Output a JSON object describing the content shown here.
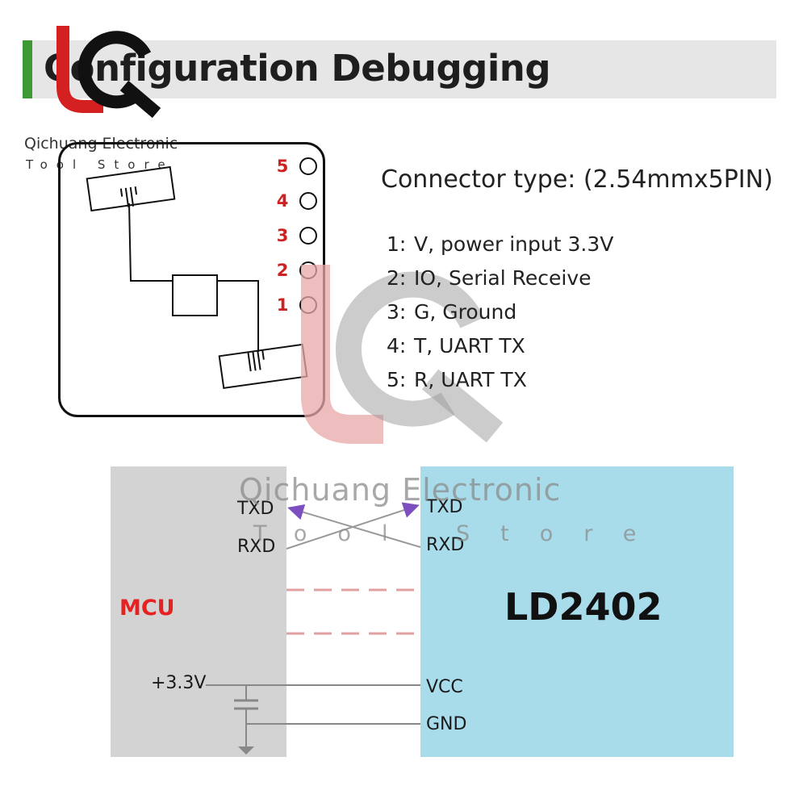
{
  "header": {
    "title": "Configuration Debugging",
    "accent_color": "#3d9a33"
  },
  "watermark": {
    "brand": "Qichuang Electronic",
    "subtitle": "Tool Store",
    "logo_icon": "qc-logo-icon"
  },
  "module": {
    "pins": [
      "5",
      "4",
      "3",
      "2",
      "1"
    ]
  },
  "connector": {
    "title": "Connector type: (2.54mmx5PIN)",
    "pins": [
      {
        "num": "1:",
        "desc": "V, power input 3.3V"
      },
      {
        "num": "2:",
        "desc": "IO, Serial Receive"
      },
      {
        "num": "3:",
        "desc": "G, Ground"
      },
      {
        "num": "4:",
        "desc": "T,  UART TX"
      },
      {
        "num": "5:",
        "desc": "R,  UART TX"
      }
    ]
  },
  "wiring": {
    "mcu_label": "MCU",
    "device_label": "LD2402",
    "mcu_txd": "TXD",
    "mcu_rxd": "RXD",
    "dev_txd": "TXD",
    "dev_rxd": "RXD",
    "supply": "+3.3V",
    "vcc": "VCC",
    "gnd": "GND",
    "colors": {
      "mcu_bg": "#d3d3d3",
      "device_bg": "#a8dcea",
      "mcu_text": "#e52222",
      "arrow": "#7b4fc0",
      "dashed": "#e0a0a0"
    }
  }
}
